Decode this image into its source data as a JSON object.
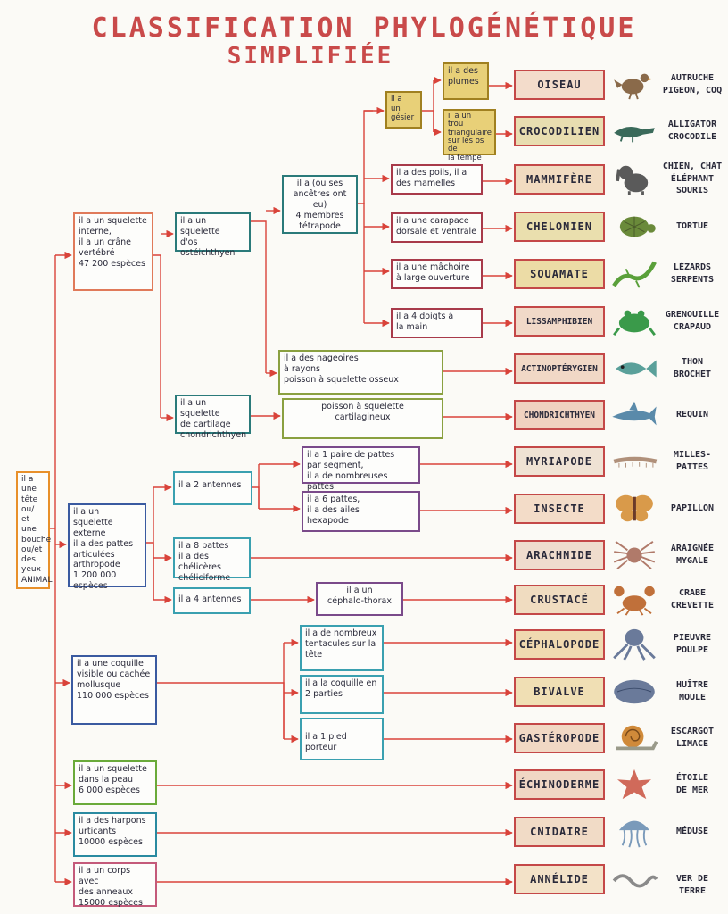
{
  "title": {
    "line1": "CLASSIFICATION PHYLOGÉNÉTIQUE",
    "line2": "SIMPLIFIÉE"
  },
  "colors": {
    "link": "#d9433a",
    "taxon_border": "#c44848"
  },
  "root": {
    "lines": [
      "il a une",
      "tête ou/",
      "et une",
      "bouche",
      "ou/et",
      "des yeux",
      "ANIMAL"
    ]
  },
  "groups": {
    "vertebre": {
      "lines": [
        "il a un squelette",
        "interne,",
        "il a un crâne",
        "vertébré",
        "47 200 espèces"
      ]
    },
    "arthropode": {
      "lines": [
        "il a un squelette",
        "externe",
        "il a des pattes",
        "articulées",
        "arthropode",
        "1 200 000 espèces"
      ]
    },
    "mollusque": {
      "lines": [
        "il a une coquille",
        "visible ou cachée",
        "mollusque",
        "110 000 espèces"
      ]
    },
    "echino": {
      "lines": [
        "il a un squelette",
        "dans la peau",
        "6 000 espèces"
      ]
    },
    "cnid": {
      "lines": [
        "il a des harpons",
        "urticants",
        "10000 espèces"
      ]
    },
    "annel": {
      "lines": [
        "il a un corps avec",
        "des anneaux",
        "15000 espèces"
      ]
    }
  },
  "nodes": {
    "osteich": {
      "lines": [
        "il a un squelette",
        "d'os",
        "ostéichthyen"
      ]
    },
    "chondrich": {
      "lines": [
        "il a un squelette",
        "de cartilage",
        "chondrichthyen"
      ]
    },
    "tetrapode": {
      "lines": [
        "il a (ou ses",
        "ancêtres ont eu)",
        "4 membres",
        "tétrapode"
      ]
    },
    "gesier": {
      "lines": [
        "il a",
        "un",
        "gésier"
      ]
    },
    "plumes": {
      "lines": [
        "il a des",
        "plumes"
      ]
    },
    "trou": {
      "lines": [
        "il a un",
        "trou",
        "triangulaire",
        "sur les os de",
        "la tempe"
      ]
    },
    "poils": {
      "lines": [
        "il a des poils, il a",
        "des mamelles"
      ]
    },
    "carapace": {
      "lines": [
        "il a une carapace",
        "dorsale et ventrale"
      ]
    },
    "machoire": {
      "lines": [
        "il a une mâchoire",
        "à large ouverture"
      ]
    },
    "doigts": {
      "lines": [
        "il a 4 doigts à",
        "la main"
      ]
    },
    "nageoires": {
      "lines": [
        "il a des nageoires",
        "à rayons",
        "poisson à squelette osseux"
      ]
    },
    "cartil": {
      "lines": [
        "poisson à squelette",
        "cartilagineux"
      ]
    },
    "antennes2": {
      "lines": [
        "il a 2 antennes"
      ]
    },
    "pattes8": {
      "lines": [
        "il a 8 pattes",
        "il a des chélicères",
        "chéliciforme"
      ]
    },
    "antennes4": {
      "lines": [
        "il a 4 antennes"
      ]
    },
    "myria_n": {
      "lines": [
        "il a 1 paire de pattes",
        "par segment,",
        "il a de nombreuses pattes"
      ]
    },
    "insect_n": {
      "lines": [
        "il a 6 pattes,",
        "il a des ailes",
        "hexapode"
      ]
    },
    "cephalo": {
      "lines": [
        "il a un",
        "céphalo-thorax"
      ]
    },
    "tentacules": {
      "lines": [
        "il a de nombreux",
        "tentacules sur la",
        "tête"
      ]
    },
    "coquille2": {
      "lines": [
        "il a la coquille en",
        "2 parties"
      ]
    },
    "pied": {
      "lines": [
        "il a 1 pied porteur"
      ]
    }
  },
  "taxa": [
    {
      "label": "OISEAU",
      "fill": "#f3dccb",
      "animal_lines": [
        "AUTRUCHE",
        "PIGEON, COQ"
      ],
      "icon": "bird-icon",
      "icon_color": "#8a6a4a"
    },
    {
      "label": "CROCODILIEN",
      "fill": "#e8ddb0",
      "animal_lines": [
        "ALLIGATOR",
        "CROCODILE"
      ],
      "icon": "crocodile-icon",
      "icon_color": "#3a6a5a"
    },
    {
      "label": "MAMMIFÈRE",
      "fill": "#f1dbc0",
      "animal_lines": [
        "CHIEN, CHAT",
        "ÉLÉPHANT",
        "SOURIS"
      ],
      "icon": "mammal-icon",
      "icon_color": "#5a5a5a"
    },
    {
      "label": "CHELONIEN",
      "fill": "#eadfae",
      "animal_lines": [
        "TORTUE"
      ],
      "icon": "turtle-icon",
      "icon_color": "#6a8a3a"
    },
    {
      "label": "SQUAMATE",
      "fill": "#ecdca6",
      "animal_lines": [
        "LÉZARDS",
        "SERPENTS"
      ],
      "icon": "lizard-icon",
      "icon_color": "#5aa03a"
    },
    {
      "label": "LISSAMPHIBIEN",
      "fill": "#f1d9c8",
      "animal_lines": [
        "GRENOUILLE",
        "CRAPAUD"
      ],
      "icon": "frog-icon",
      "icon_color": "#3a9a4a"
    },
    {
      "label": "ACTINOPTÉRYGIEN",
      "fill": "#f1d8c6",
      "animal_lines": [
        "THON",
        "BROCHET"
      ],
      "icon": "fish-icon",
      "icon_color": "#5aa09a"
    },
    {
      "label": "CHONDRICHTHYEN",
      "fill": "#f0d2c0",
      "animal_lines": [
        "REQUIN"
      ],
      "icon": "shark-icon",
      "icon_color": "#5a8aaa"
    },
    {
      "label": "MYRIAPODE",
      "fill": "#efe2d4",
      "animal_lines": [
        "MILLES-",
        "PATTES"
      ],
      "icon": "millipede-icon",
      "icon_color": "#b0907a"
    },
    {
      "label": "INSECTE",
      "fill": "#f3dcc8",
      "animal_lines": [
        "PAPILLON"
      ],
      "icon": "butterfly-icon",
      "icon_color": "#d99a4a"
    },
    {
      "label": "ARACHNIDE",
      "fill": "#efdccd",
      "animal_lines": [
        "ARAIGNÉE",
        "MYGALE"
      ],
      "icon": "spider-icon",
      "icon_color": "#b07a6a"
    },
    {
      "label": "CRUSTACÉ",
      "fill": "#f0dcc0",
      "animal_lines": [
        "CRABE",
        "CREVETTE"
      ],
      "icon": "crab-icon",
      "icon_color": "#c0703a"
    },
    {
      "label": "CÉPHALOPODE",
      "fill": "#f0d9b0",
      "animal_lines": [
        "PIEUVRE",
        "POULPE"
      ],
      "icon": "octopus-icon",
      "icon_color": "#6a7a9a"
    },
    {
      "label": "BIVALVE",
      "fill": "#f0dfb4",
      "animal_lines": [
        "HUÎTRE",
        "MOULE"
      ],
      "icon": "shell-icon",
      "icon_color": "#6a7a9a"
    },
    {
      "label": "GASTÉROPODE",
      "fill": "#f1d8c4",
      "animal_lines": [
        "ESCARGOT",
        "LIMACE"
      ],
      "icon": "snail-icon",
      "icon_color": "#d08a3a"
    },
    {
      "label": "ÉCHINODERME",
      "fill": "#f0d6c4",
      "animal_lines": [
        "ÉTOILE",
        "DE MER"
      ],
      "icon": "starfish-icon",
      "icon_color": "#d06a5a"
    },
    {
      "label": "CNIDAIRE",
      "fill": "#f1dbc6",
      "animal_lines": [
        "MÉDUSE"
      ],
      "icon": "jellyfish-icon",
      "icon_color": "#7a9aba"
    },
    {
      "label": "ANNÉLIDE",
      "fill": "#f3e2c8",
      "animal_lines": [
        "VER DE TERRE"
      ],
      "icon": "worm-icon",
      "icon_color": "#8a8a8a"
    }
  ]
}
